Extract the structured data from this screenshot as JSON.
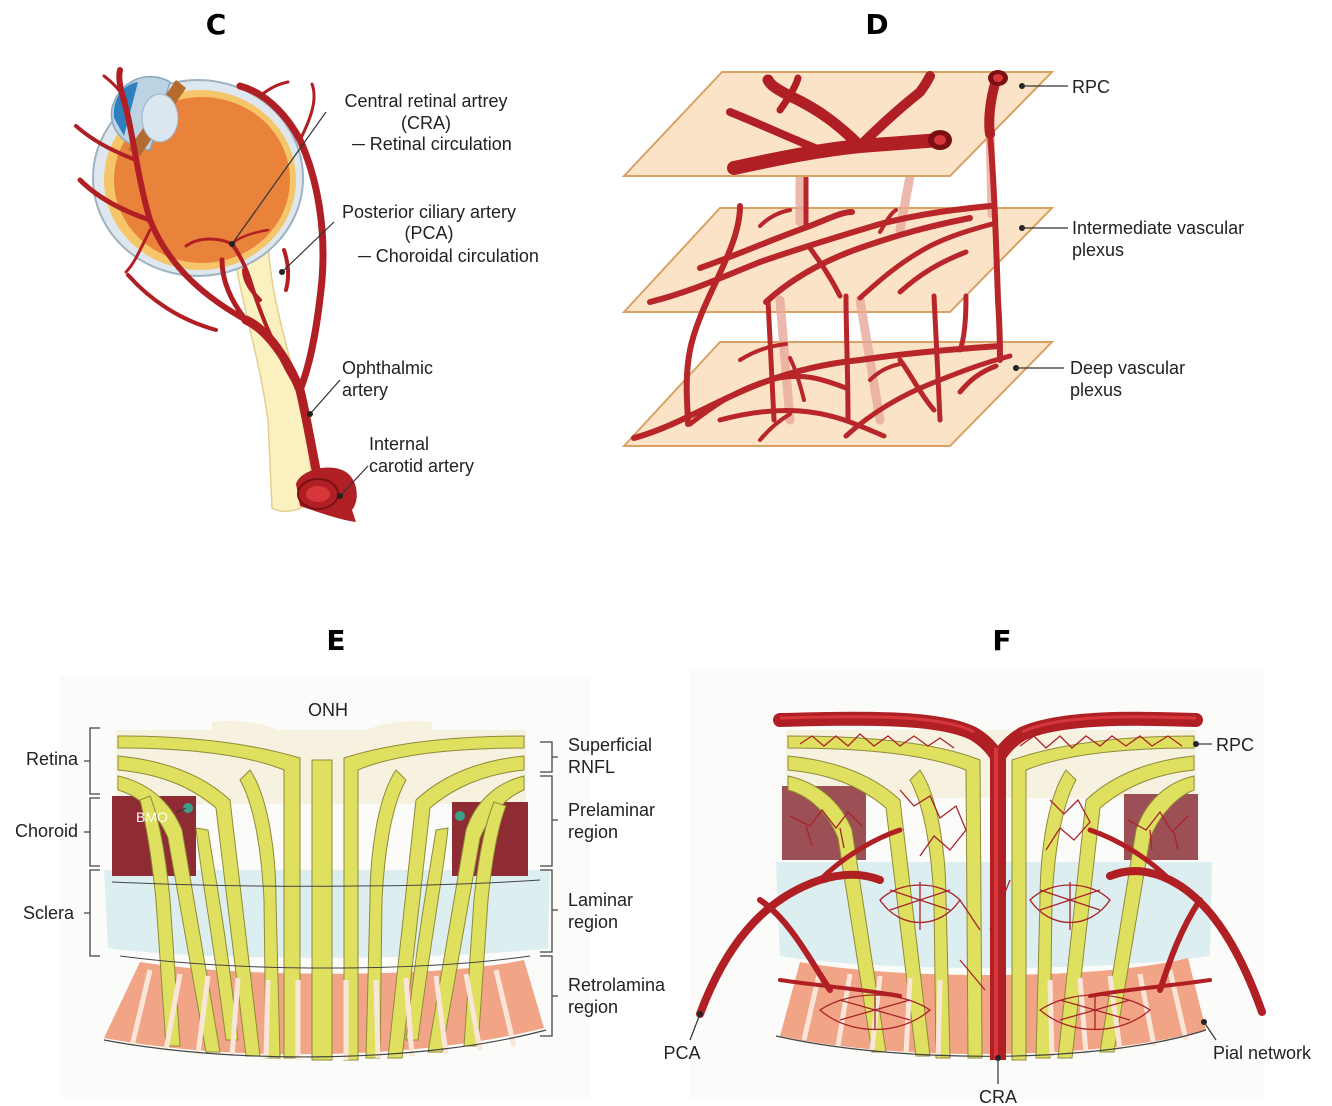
{
  "panels": {
    "c": {
      "letter": "C",
      "labels": {
        "cra_line1": "Central retinal artrey",
        "cra_line2": "(CRA)",
        "cra_line3": "─  Retinal circulation",
        "pca_line1": "Posterior ciliary artery",
        "pca_line2": "(PCA)",
        "pca_line3": "─  Choroidal circulation",
        "ophthalmic_line1": "Ophthalmic",
        "ophthalmic_line2": "artery",
        "carotid_line1": "Internal",
        "carotid_line2": "carotid artery"
      }
    },
    "d": {
      "letter": "D",
      "labels": {
        "rpc": "RPC",
        "intermediate_line1": "Intermediate vascular",
        "intermediate_line2": "plexus",
        "deep_line1": "Deep vascular",
        "deep_line2": "plexus"
      }
    },
    "e": {
      "letter": "E",
      "labels": {
        "onh": "ONH",
        "retina": "Retina",
        "choroid": "Choroid",
        "sclera": "Sclera",
        "bmo": "BMO",
        "superficial_line1": "Superficial",
        "superficial_line2": "RNFL",
        "prelaminar_line1": "Prelaminar",
        "prelaminar_line2": "region",
        "laminar_line1": "Laminar",
        "laminar_line2": "region",
        "retrolaminar_line1": "Retrolamina",
        "retrolaminar_line2": "region"
      }
    },
    "f": {
      "letter": "F",
      "labels": {
        "rpc": "RPC",
        "pca": "PCA",
        "pial": "Pial network",
        "cra": "CRA"
      }
    }
  },
  "colors": {
    "artery": "#b01f24",
    "nerve_fiber": "#dfe060",
    "choroid": "#8e2b33",
    "sclera": "#ddeef0",
    "retrolaminar": "#f2a486",
    "plane": "#fbe3c8",
    "eye_orange": "#e9823a"
  }
}
